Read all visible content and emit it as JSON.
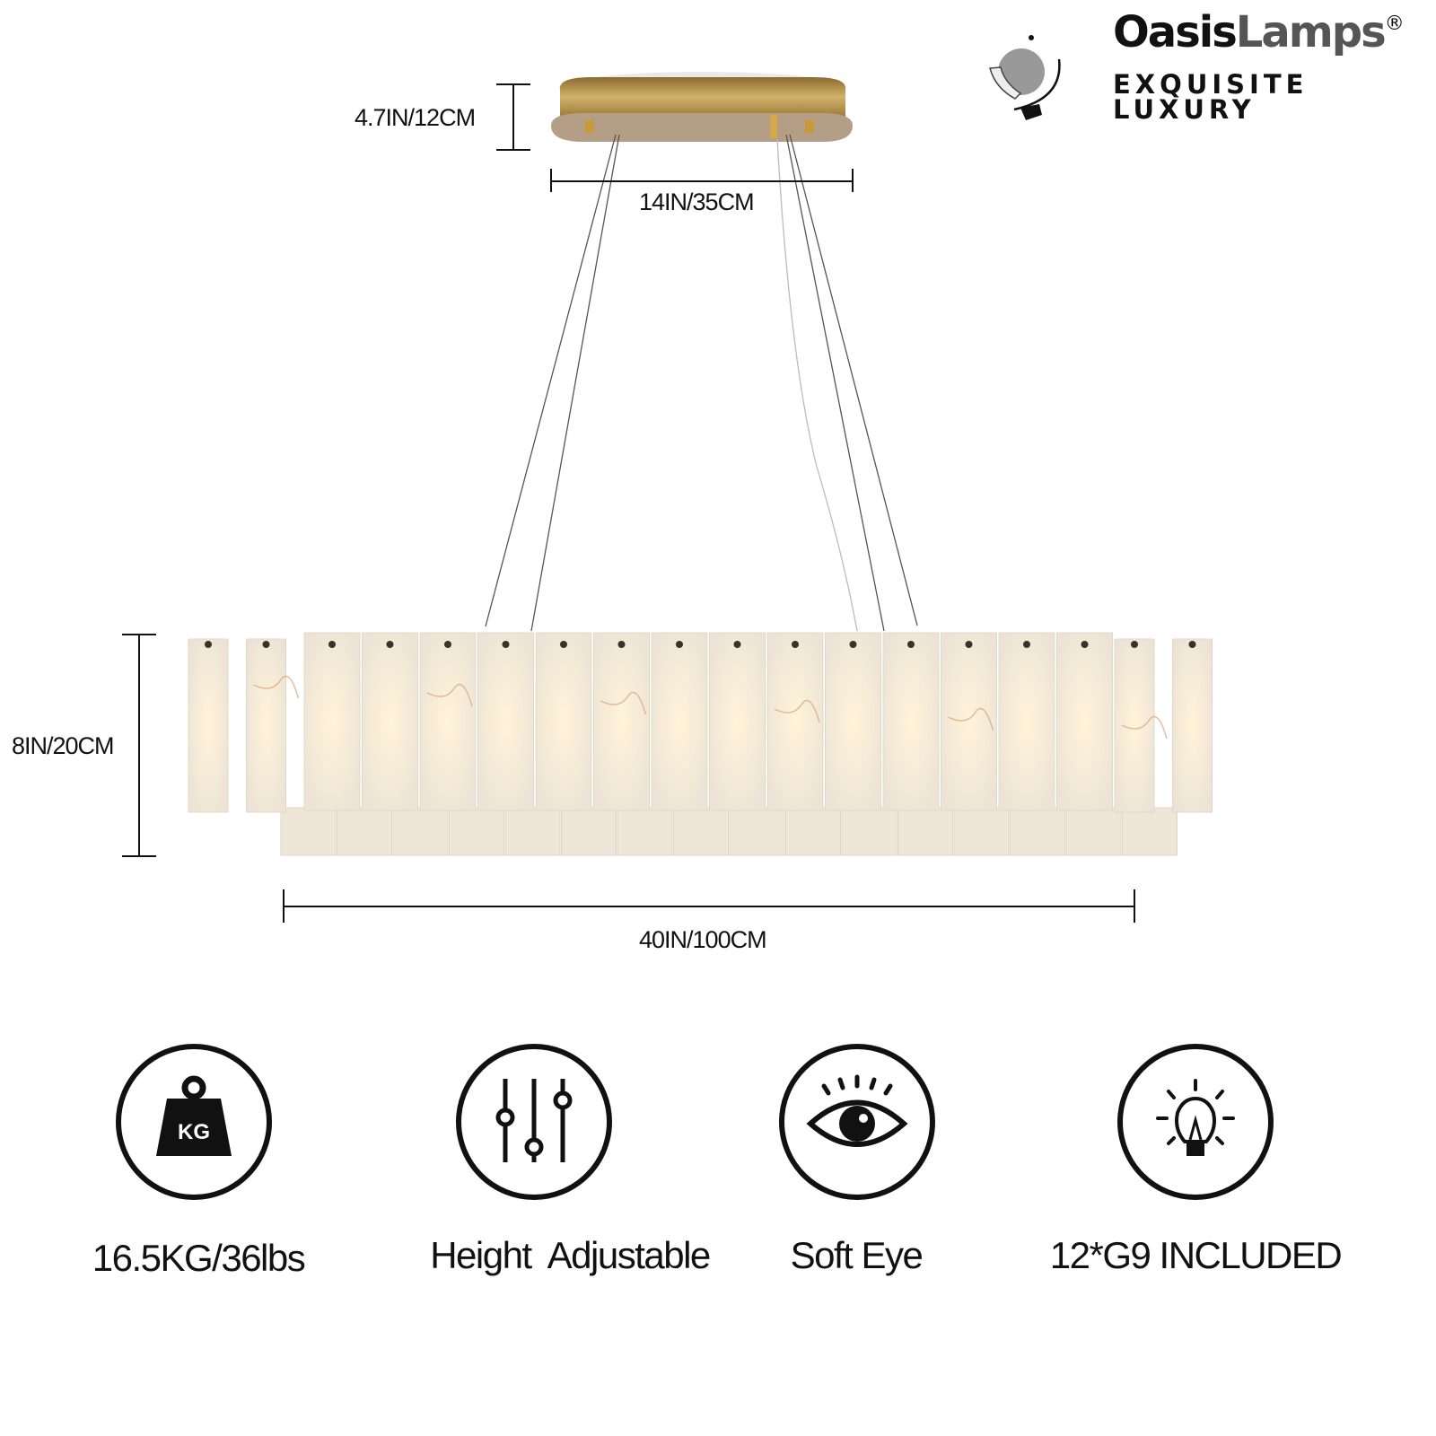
{
  "brand": {
    "name_bold": "Oasis",
    "name_light": "Lamps",
    "registered": "®",
    "tagline_line1": "EXQUISITE",
    "tagline_line2": "LUXURY",
    "icon": "logo-moon-arc-icon"
  },
  "dimensions": {
    "canopy_height": "4.7IN/12CM",
    "canopy_width": "14IN/35CM",
    "shade_height": "8IN/20CM",
    "overall_length": "40IN/100CM"
  },
  "features": [
    {
      "icon": "weight-kg-icon",
      "icon_text": "KG",
      "label": "16.5KG/36lbs"
    },
    {
      "icon": "sliders-icon",
      "label": "Height  Adjustable"
    },
    {
      "icon": "eye-icon",
      "label": "Soft Eye"
    },
    {
      "icon": "light-bulb-icon",
      "label": "12*G9 INCLUDED"
    }
  ],
  "colors": {
    "brass": "#b8934a",
    "alabaster": "#f3ebe0",
    "vein": "#d9a47a"
  }
}
